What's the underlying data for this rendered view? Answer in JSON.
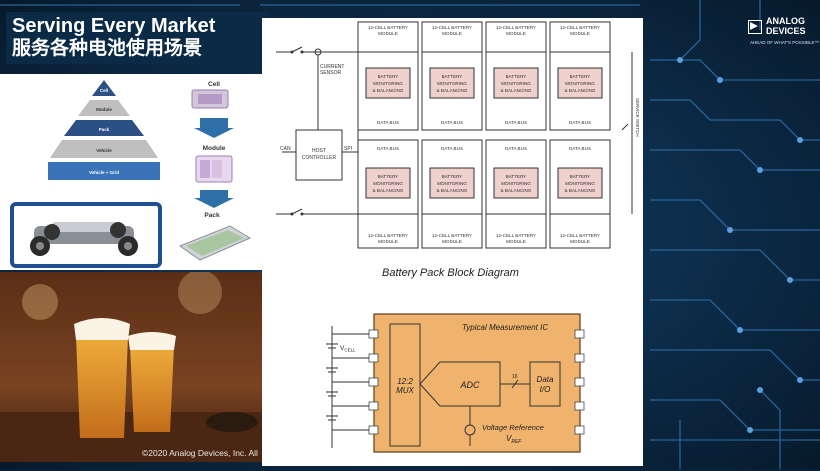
{
  "title": {
    "english": "Serving Every Market",
    "chinese": "服务各种电池使用场景"
  },
  "logo": {
    "name_line1": "ANALOG",
    "name_line2": "DEVICES",
    "tagline": "AHEAD OF WHAT'S POSSIBLE™"
  },
  "pyramid": {
    "levels": [
      "Cell",
      "Module",
      "Pack",
      "Vehicle",
      "Vehicle + Grid"
    ]
  },
  "flow": {
    "cell": "Cell",
    "module": "Module",
    "pack": "Pack"
  },
  "bms_diagram": {
    "module_label_1": "12-CELL BATTERY",
    "module_label_2": "MODULE",
    "monitor_line1": "BATTERY",
    "monitor_line2": "MONITORING",
    "monitor_line3": "& BALANCING",
    "data_bus": "DATA BUS",
    "current_sensor_1": "CURRENT",
    "current_sensor_2": "SENSOR",
    "host_1": "HOST",
    "host_2": "CONTROLLER",
    "can": "CAN",
    "spi": "SPI",
    "service_switch": "SERVICE SWITCH",
    "caption": "Battery Pack Block Diagram"
  },
  "adc_diagram": {
    "ic_title": "Typical Measurement IC",
    "vcell": "V",
    "vcell_sub": "CELL",
    "mux_1": "12:2",
    "mux_2": "MUX",
    "adc": "ADC",
    "bits": "16",
    "data_1": "Data",
    "data_2": "I/O",
    "vref_label": "Voltage Reference",
    "vref": "V",
    "vref_sub": "REF"
  },
  "copyright": "©2020 Analog Devices, Inc. All",
  "colors": {
    "background": "#0a2238",
    "circuit": "#2f6fa8",
    "module_fill": "#efd0cc",
    "ic_fill": "#efb36d",
    "pyramid_top": "#2c4f86",
    "pyramid_mid": "#bfbfbf",
    "pyramid_bottom": "#3a73b8"
  }
}
